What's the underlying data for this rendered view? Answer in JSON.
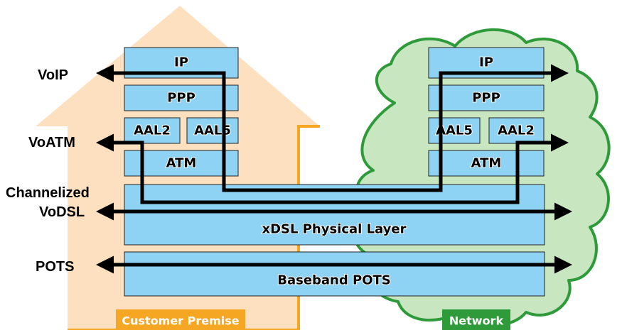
{
  "colors": {
    "house_fill": "#fde0c0",
    "house_stroke": "#f5a623",
    "cloud_fill": "#c8e6c0",
    "cloud_stroke": "#2e9a3a",
    "box_fill": "#8fd3f4",
    "box_stroke": "#222222",
    "premise_badge": "#f5a623",
    "network_badge": "#2e9a3a",
    "arrow": "#000000"
  },
  "left_stack": {
    "ip": "IP",
    "ppp": "PPP",
    "aal2": "AAL2",
    "aal5": "AAL5",
    "atm": "ATM"
  },
  "right_stack": {
    "ip": "IP",
    "ppp": "PPP",
    "aal5": "AAL5",
    "aal2": "AAL2",
    "atm": "ATM"
  },
  "layers": {
    "xdsl": "xDSL Physical Layer",
    "pots": "Baseband POTS"
  },
  "side_labels": {
    "voip": "VoIP",
    "voatm": "VoATM",
    "channelized_line1": "Channelized",
    "channelized_line2": "VoDSL",
    "pots": "POTS"
  },
  "footer": {
    "customer_premise": "Customer Premise",
    "network": "Network"
  }
}
